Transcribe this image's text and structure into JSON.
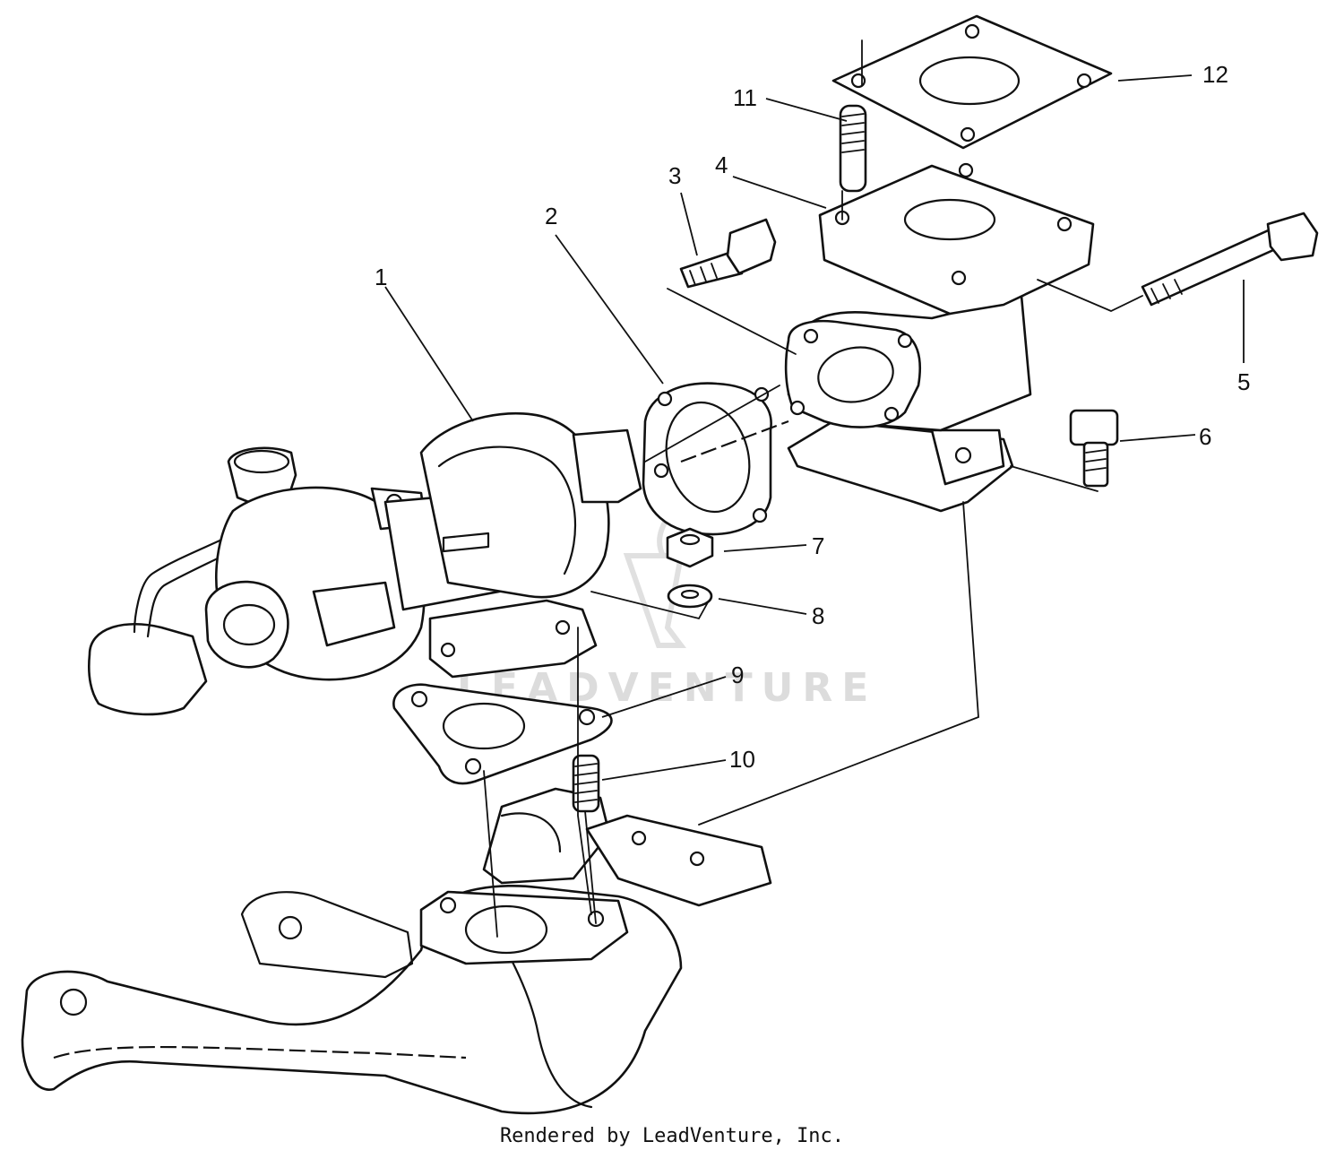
{
  "callouts": [
    {
      "num": "1"
    },
    {
      "num": "2"
    },
    {
      "num": "3"
    },
    {
      "num": "4"
    },
    {
      "num": "5"
    },
    {
      "num": "6"
    },
    {
      "num": "7"
    },
    {
      "num": "8"
    },
    {
      "num": "9"
    },
    {
      "num": "10"
    },
    {
      "num": "11"
    },
    {
      "num": "12"
    }
  ],
  "watermark": "LEADVENTURE",
  "footer": "Rendered by LeadVenture, Inc."
}
